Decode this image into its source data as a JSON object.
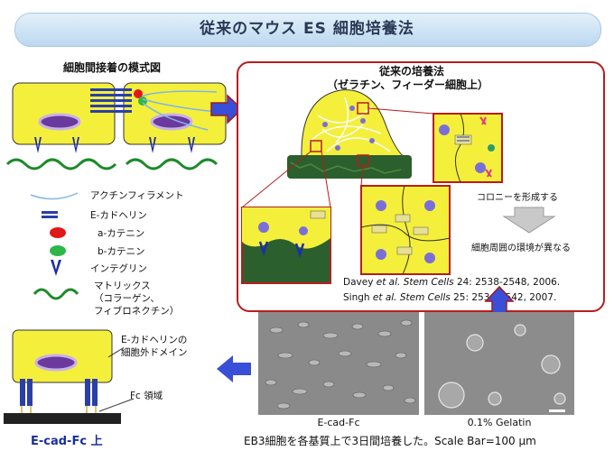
{
  "title": "従来のマウス ES 細胞培養法",
  "left_section": {
    "heading": "細胞間接着の模式図",
    "legend": [
      {
        "key": "actin",
        "label": "アクチンフィラメント"
      },
      {
        "key": "ecad",
        "label": "E-カドヘリン"
      },
      {
        "key": "acat",
        "label": "a-カテニン"
      },
      {
        "key": "bcat",
        "label": "b-カテニン"
      },
      {
        "key": "integrin",
        "label": "インテグリン"
      },
      {
        "key": "matrix",
        "label": "マトリックス\n（コラーゲン、\nフィブロネクチン）"
      }
    ]
  },
  "right_section": {
    "heading_line1": "従来の培養法",
    "heading_line2": "（ゼラチン、フィーダー細胞上）",
    "arrow_text1": "コロニーを形成する",
    "arrow_text2": "細胞周囲の環境が異なる",
    "ref1_author": "Davey ",
    "ref1_etal": "et al. Stem Cells",
    "ref1_rest": " 24: 2538-2548, 2006.",
    "ref2_author": "Singh ",
    "ref2_etal": "et al. Stem Cells",
    "ref2_rest": " 25: 2534-2542, 2007."
  },
  "bottom_left": {
    "label_domain": "E-カドヘリンの\n細胞外ドメイン",
    "label_fc": "Fc 領域",
    "title": "E-cad-Fc  上"
  },
  "photos": {
    "left_caption": "E-cad-Fc",
    "right_caption": "0.1% Gelatin"
  },
  "caption": "EB3細胞を各基質上で3日間培養した。Scale Bar=100 μm",
  "colors": {
    "cell_yellow": "#f4ef3b",
    "red_accent": "#b61e1e",
    "blue_arrow": "#3a4fd8",
    "matrix_green": "#1d8a2a",
    "integrin_blue": "#1b2fa8"
  }
}
